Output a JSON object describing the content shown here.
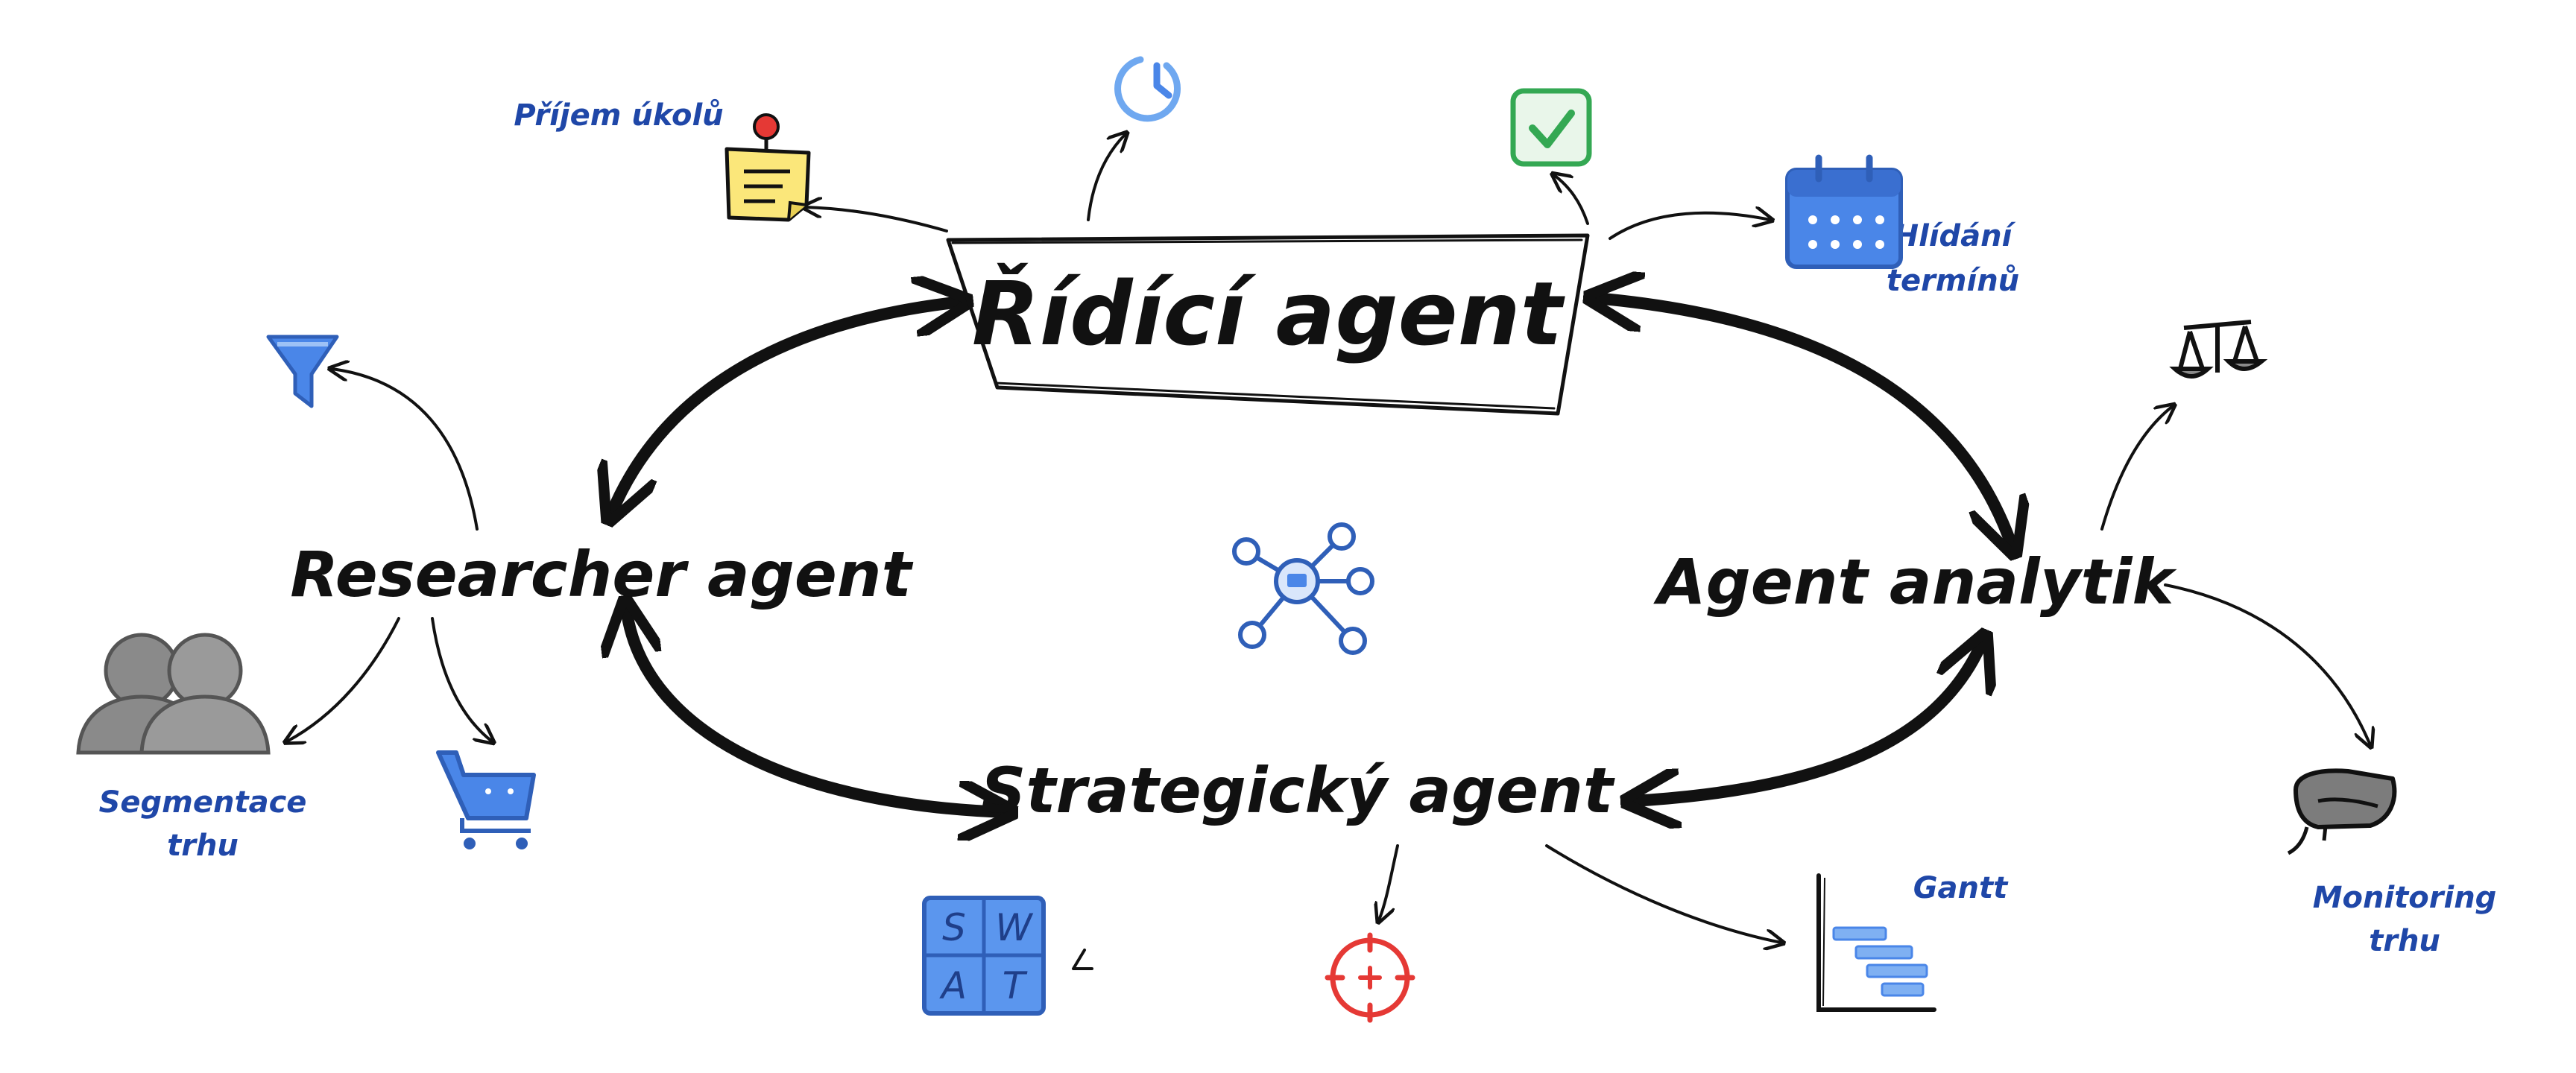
{
  "nodes": {
    "ridici": "Řídící agent",
    "researcher": "Researcher agent",
    "analytik": "Agent analytik",
    "strategicky": "Strategický agent"
  },
  "labels": {
    "prijem": "Příjem úkolů",
    "hlidani_1": "Hlídání",
    "hlidani_2": "termínů",
    "segmentace_1": "Segmentace",
    "segmentace_2": "trhu",
    "gantt": "Gantt",
    "monitoring_1": "Monitoring",
    "monitoring_2": "trhu"
  },
  "swot": {
    "s": "S",
    "w": "W",
    "a": "A",
    "t": "T"
  },
  "icons": [
    "sticky-note-icon",
    "clock-icon",
    "checkbox-icon",
    "calendar-icon",
    "filter-icon",
    "users-icon",
    "cart-icon",
    "network-hub-icon",
    "scales-icon",
    "monitoring-helmet-icon",
    "swot-grid-icon",
    "target-icon",
    "gantt-chart-icon"
  ],
  "colors": {
    "ink": "#111111",
    "label_blue": "#1f47a8",
    "icon_blue": "#4a86e8",
    "sticky_yellow": "#fbe77a",
    "check_green": "#34a853",
    "target_red": "#e53935"
  }
}
